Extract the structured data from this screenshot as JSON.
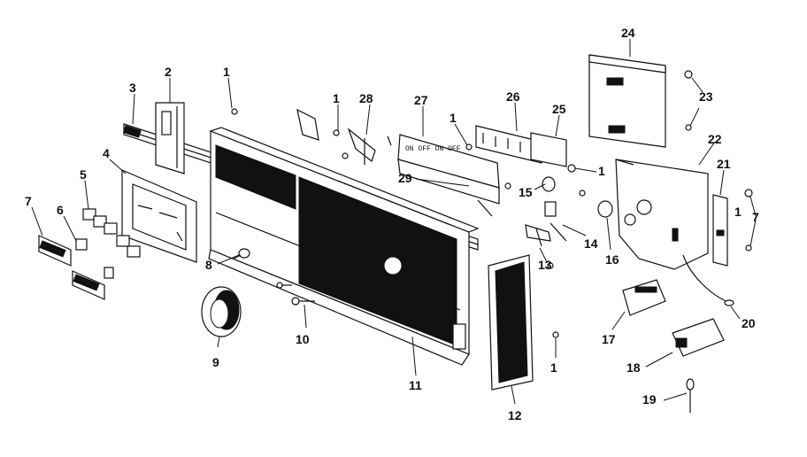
{
  "labels": {
    "l1a": "1",
    "l1b": "1",
    "l1c": "1",
    "l1d": "1",
    "l1e": "1",
    "l1f": "1",
    "l2": "2",
    "l3": "3",
    "l4": "4",
    "l5": "5",
    "l6": "6",
    "l7": "7",
    "l8": "8",
    "l9": "9",
    "l10": "10",
    "l11": "11",
    "l12": "12",
    "l13": "13",
    "l14": "14",
    "l15": "15",
    "l16": "16",
    "l17": "17",
    "l18": "18",
    "l19": "19",
    "l20": "20",
    "l21": "21",
    "l22": "22",
    "l23": "23",
    "l24": "24",
    "l25": "25",
    "l26": "26",
    "l27": "27",
    "l28": "28",
    "l29": "29"
  },
  "colors": {
    "ink": "#111111",
    "paper": "#ffffff"
  }
}
